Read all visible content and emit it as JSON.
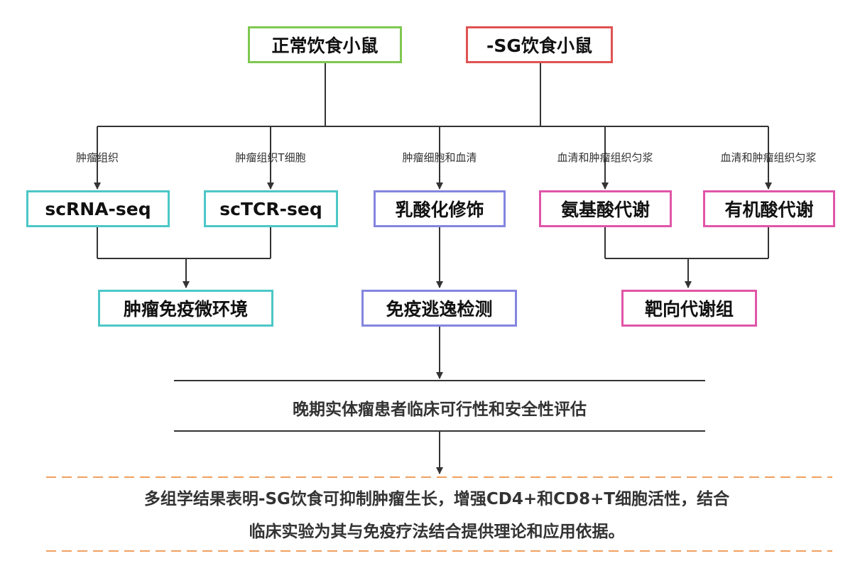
{
  "sources": {
    "normal": "正常饮食小鼠",
    "sg": "-SG饮食小鼠"
  },
  "edge_labels": {
    "e1": "肿瘤组织",
    "e2": "肿瘤组织T细胞",
    "e3": "肿瘤细胞和血清",
    "e4": "血清和肿瘤组织匀浆",
    "e5": "血清和肿瘤组织匀浆"
  },
  "methods": {
    "scrna": "scRNA-seq",
    "sctcr": "scTCR-seq",
    "lactyl": "乳酸化修饰",
    "amino": "氨基酸代谢",
    "organic": "有机酸代谢"
  },
  "outcomes": {
    "tme": "肿瘤免疫微环境",
    "immune": "免疫逃逸检测",
    "targeted": "靶向代谢组"
  },
  "clinical": "晚期实体瘤患者临床可行性和安全性评估",
  "conclusion": {
    "line1": "多组学结果表明-SG饮食可抑制肿瘤生长，增强CD4+和CD8+T细胞活性，结合",
    "line2": "临床实验为其与免疫疗法结合提供理论和应用依据。"
  },
  "colors": {
    "green": "#7ec850",
    "red": "#e05252",
    "cyan": "#4cc7c7",
    "blue": "#8585e0",
    "pink": "#e055a8",
    "line": "#333333",
    "dash": "#f0a060"
  }
}
